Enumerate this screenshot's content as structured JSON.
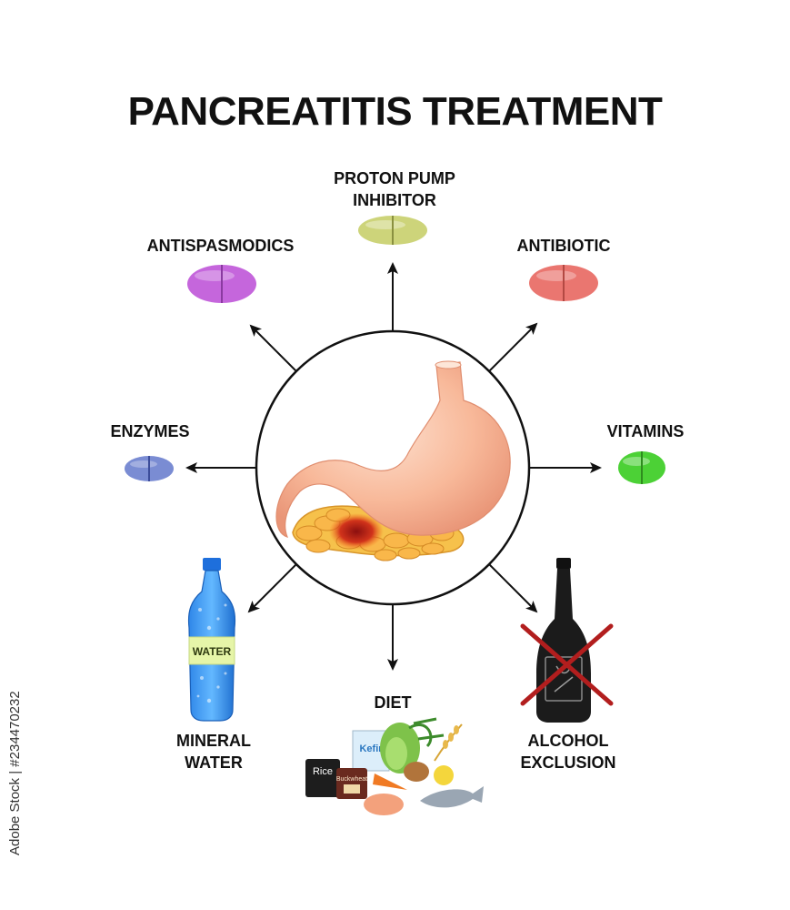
{
  "title": "PANCREATITIS TREATMENT",
  "treatments": {
    "proton_pump": {
      "line1": "PROTON PUMP",
      "line2": "INHIBITOR",
      "color": "#cdd47a"
    },
    "antispasmodics": {
      "label": "ANTISPASMODICS",
      "color": "#c566dc"
    },
    "antibiotic": {
      "label": "ANTIBIOTIC",
      "color": "#ea7670"
    },
    "enzymes": {
      "label": "ENZYMES",
      "color": "#7a8cd3"
    },
    "vitamins": {
      "label": "VITAMINS",
      "color": "#4cd136"
    },
    "mineral_water": {
      "line1": "MINERAL",
      "line2": "WATER",
      "bottle_text": "WATER"
    },
    "diet": {
      "label": "DIET",
      "rice": "Rice",
      "buckwheat": "Buckwheat",
      "kefir": "Kefir"
    },
    "alcohol": {
      "line1": "ALCOHOL",
      "line2": "EXCLUSION"
    }
  },
  "stock_id": "Adobe Stock | #234470232"
}
